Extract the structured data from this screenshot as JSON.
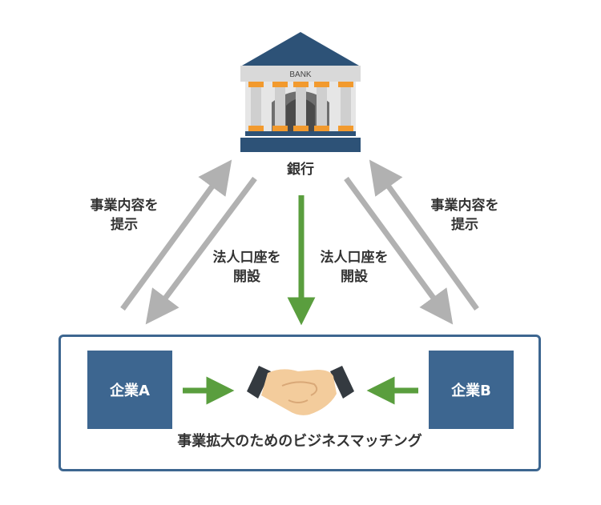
{
  "bank": {
    "sign": "BANK",
    "label": "銀行"
  },
  "left_label": {
    "line1": "事業内容を",
    "line2": "提示"
  },
  "right_label": {
    "line1": "事業内容を",
    "line2": "提示"
  },
  "center_left_label": {
    "line1": "法人口座を",
    "line2": "開設"
  },
  "center_right_label": {
    "line1": "法人口座を",
    "line2": "開設"
  },
  "company_a": "企業A",
  "company_b": "企業B",
  "matching_caption": "事業拡大のためのビジネスマッチング",
  "colors": {
    "navy": "#3d6690",
    "gray_arrow": "#b1b1b1",
    "green_arrow": "#5a9e3e",
    "orange": "#f29a2e"
  },
  "icons": [
    "bank-icon",
    "handshake-icon"
  ]
}
